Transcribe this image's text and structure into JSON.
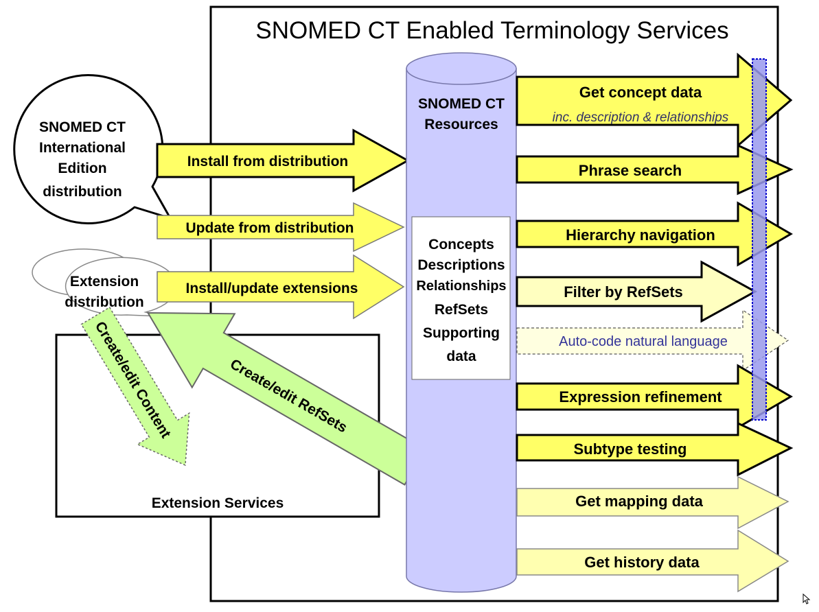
{
  "title": "SNOMED CT Enabled Terminology Services",
  "distribution_bubble": {
    "lines": [
      "SNOMED CT",
      "International",
      "Edition",
      "distribution"
    ]
  },
  "extension_bubble": {
    "lines": [
      "Extension",
      "distribution"
    ]
  },
  "extension_services": {
    "label": "Extension Services"
  },
  "cylinder": {
    "header_lines": [
      "SNOMED CT",
      "Resources"
    ],
    "content_lines": [
      "Concepts",
      "Descriptions",
      "Relationships",
      "RefSets",
      "Supporting",
      "data"
    ]
  },
  "input_arrows": [
    {
      "label": "Install from distribution",
      "style": "bold-outline"
    },
    {
      "label": "Update from distribution",
      "style": "thin-outline"
    },
    {
      "label": "Install/update extensions",
      "style": "thin-outline"
    }
  ],
  "edit_arrows": [
    {
      "label": "Create/edit Content",
      "style": "dotted-green"
    },
    {
      "label": "Create/edit RefSets",
      "style": "solid-green"
    }
  ],
  "service_arrows": [
    {
      "label": "Get concept data",
      "sublabel": "inc. description & relationships",
      "style": "bold"
    },
    {
      "label": "Phrase search",
      "style": "bold"
    },
    {
      "label": "Hierarchy navigation",
      "style": "bold"
    },
    {
      "label": "Filter by RefSets",
      "style": "bold-pale"
    },
    {
      "label": "Auto-code natural language",
      "style": "dashed-pale"
    },
    {
      "label": "Expression refinement",
      "style": "bold"
    },
    {
      "label": "Subtype testing",
      "style": "bold"
    },
    {
      "label": "Get mapping data",
      "style": "thin-pale"
    },
    {
      "label": "Get history data",
      "style": "thin-pale"
    }
  ],
  "colors": {
    "arrow_yellow": "#ffff66",
    "arrow_pale_yellow": "#ffffc0",
    "arrow_green": "#ccff99",
    "cylinder_fill": "#ccccff",
    "cylinder_stroke": "#7777aa",
    "bar_fill": "#9999ee",
    "bar_border": "#0000cc",
    "sublabel_color": "#333366",
    "autocode_text": "#333399"
  },
  "corner_icon": "mouse-pointer-icon"
}
